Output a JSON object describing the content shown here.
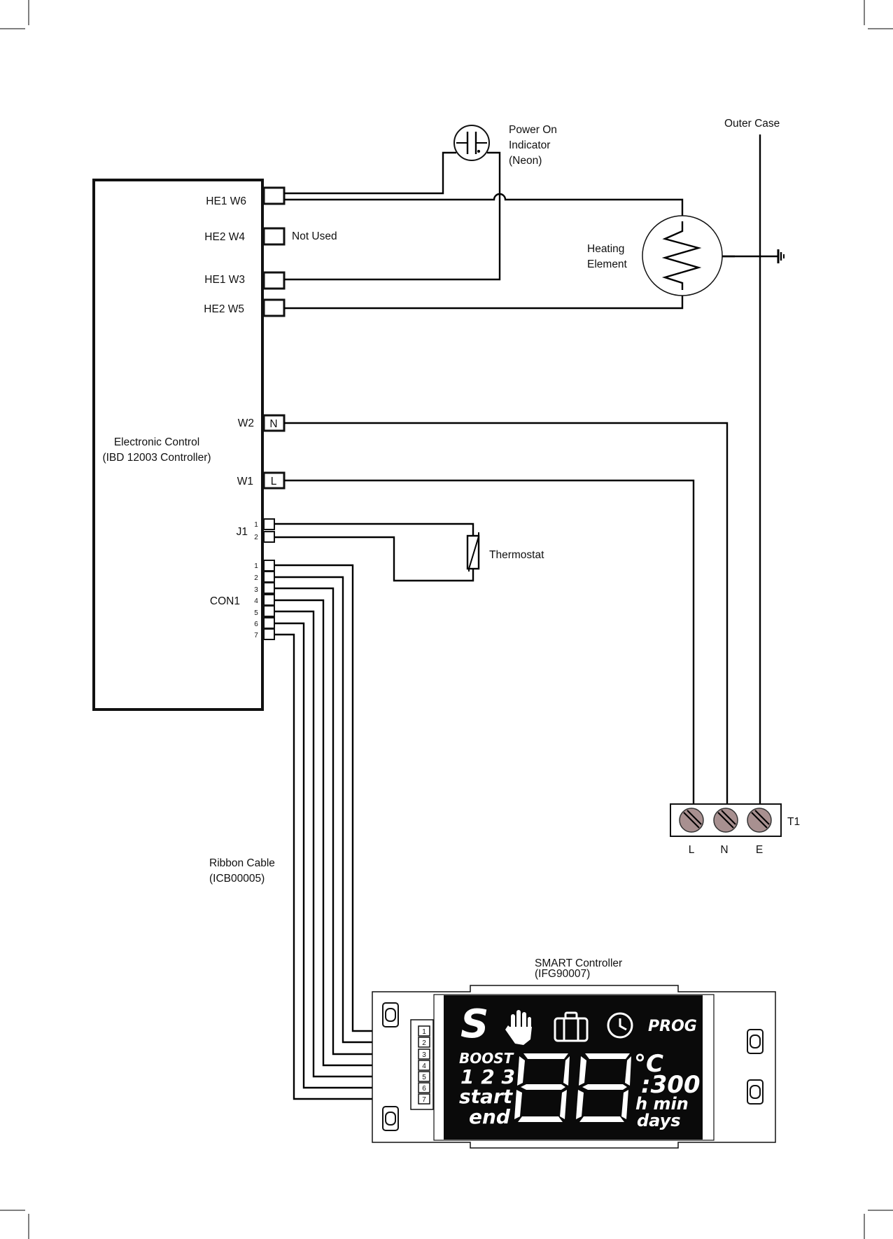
{
  "controller": {
    "title": "Electronic Control",
    "subtitle": "(IBD 12003 Controller)",
    "terminals": {
      "he1_w6": "HE1 W6",
      "he2_w4": "HE2 W4",
      "he1_w3": "HE1 W3",
      "he2_w5": "HE2 W5",
      "w2": "W2",
      "w1": "W1",
      "j1": "J1",
      "con1": "CON1"
    },
    "w2_pin": "N",
    "w1_pin": "L",
    "j1_pins": [
      "1",
      "2"
    ],
    "con1_pins": [
      "1",
      "2",
      "3",
      "4",
      "5",
      "6",
      "7"
    ]
  },
  "not_used": "Not Used",
  "neon": {
    "line1": "Power On",
    "line2": "Indicator",
    "line3": "(Neon)"
  },
  "heater": {
    "line1": "Heating",
    "line2": "Element"
  },
  "outer_case": "Outer Case",
  "thermostat": "Thermostat",
  "ribbon": {
    "line1": "Ribbon Cable",
    "line2": "(ICB00005)"
  },
  "terminal_block": {
    "name": "T1",
    "labels": [
      "L",
      "N",
      "E"
    ],
    "screw_color": "#a89090"
  },
  "smart": {
    "line1": "SMART Controller",
    "line2": "(IFG90007)",
    "pins": [
      "1",
      "2",
      "3",
      "4",
      "5",
      "6",
      "7"
    ],
    "display": {
      "s": "S",
      "prog": "PROG",
      "boost": "BOOST",
      "nums": "1 2 3",
      "start": "start",
      "end": "end",
      "deg": "°C",
      "time": ":300",
      "hmin": "h min",
      "days": "days",
      "digits": "88"
    }
  }
}
